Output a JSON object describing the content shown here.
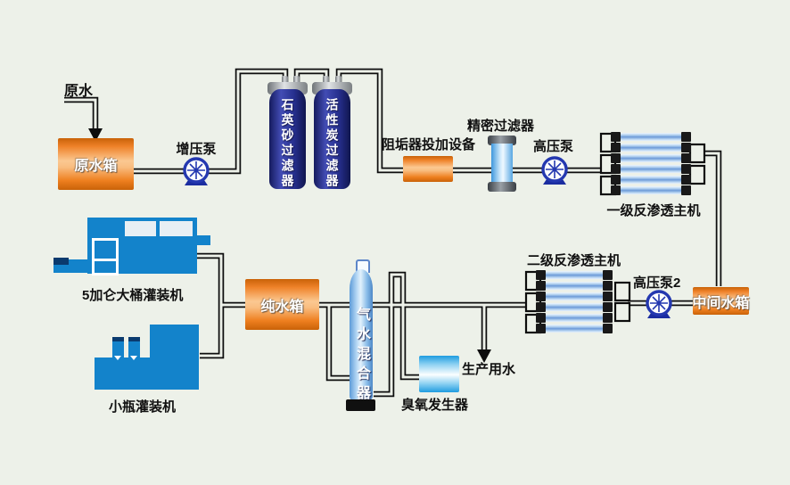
{
  "diagram": {
    "type": "water-treatment-process-flow",
    "background": "#edf1e9",
    "colors": {
      "pipe": "#0d0d0d",
      "tank_orange": "#ee7f1f",
      "machine_blue": "#1383cb",
      "filter_navy": "#262f8e",
      "ro_tube_blue": "#6d9bd8",
      "ozone_blue": "#1f9ce0",
      "pump_blue": "#2438b0"
    },
    "nodes": {
      "raw_water": {
        "label": "原水"
      },
      "raw_tank": {
        "label": "原水箱"
      },
      "booster_pump": {
        "label": "增压泵"
      },
      "quartz_filter": {
        "label": "石英砂过滤器"
      },
      "carbon_filter": {
        "label": "活性炭过滤器"
      },
      "antiscalant_doser": {
        "label": "阻垢器投加设备"
      },
      "precision_filter": {
        "label": "精密过滤器"
      },
      "hp_pump1": {
        "label": "高压泵"
      },
      "ro_stage1": {
        "label": "一级反渗透主机"
      },
      "mid_tank": {
        "label": "中间水箱"
      },
      "hp_pump2": {
        "label": "高压泵2"
      },
      "ro_stage2": {
        "label": "二级反渗透主机"
      },
      "pure_tank": {
        "label": "纯水箱"
      },
      "mixer": {
        "label": "气水混合器"
      },
      "ozone_generator": {
        "label": "臭氧发生器"
      },
      "production_water": {
        "label": "生产用水"
      },
      "gallon_filler": {
        "label": "5加仑大桶灌装机"
      },
      "bottle_filler": {
        "label": "小瓶灌装机"
      }
    },
    "edges": [
      "原水 → 原水箱",
      "原水箱 → 增压泵 → 石英砂过滤器 → 活性炭过滤器 → 阻垢器投加设备 → 精密过滤器 → 高压泵 → 一级反渗透主机",
      "一级反渗透主机 → 中间水箱 → 高压泵2 → 二级反渗透主机",
      "二级反渗透主机 → 气水混合器 → 纯水箱",
      "二级反渗透主机 → 生产用水",
      "臭氧发生器 → 气水混合器",
      "纯水箱 → 5加仑大桶灌装机",
      "纯水箱 → 小瓶灌装机"
    ]
  }
}
